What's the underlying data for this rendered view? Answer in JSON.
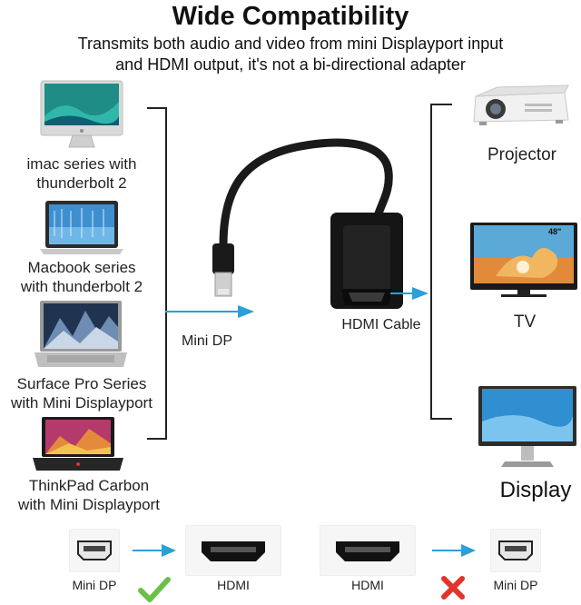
{
  "header": {
    "title": "Wide Compatibility",
    "subtitle_line1": "Transmits both audio and video from mini Displayport input",
    "subtitle_line2": "and HDMI output, it's not a bi-directional adapter"
  },
  "sources": [
    {
      "line1": "imac series with",
      "line2": "thunderbolt 2",
      "icon": "imac-icon"
    },
    {
      "line1": "Macbook series",
      "line2": "with thunderbolt 2",
      "icon": "macbook-icon"
    },
    {
      "line1": "Surface Pro Series",
      "line2": "with Mini Displayport",
      "icon": "surface-laptop-icon"
    },
    {
      "line1": "ThinkPad Carbon",
      "line2": "with Mini Displayport",
      "icon": "thinkpad-laptop-icon"
    }
  ],
  "adapter": {
    "input_label": "Mini DP",
    "output_label": "HDMI Cable"
  },
  "outputs": [
    {
      "label": "Projector",
      "icon": "projector-icon"
    },
    {
      "label": "TV",
      "icon": "tv-icon",
      "size_badge": "48\""
    },
    {
      "label": "Display",
      "icon": "monitor-icon"
    }
  ],
  "direction": {
    "supported": {
      "from": "Mini DP",
      "to": "HDMI",
      "mark": "check-icon"
    },
    "unsupported": {
      "from": "HDMI",
      "to": "Mini DP",
      "mark": "cross-icon"
    }
  },
  "colors": {
    "arrow": "#2a9fd8",
    "check": "#6cc04a",
    "cross": "#e0352b",
    "cable": "#1a1a1a"
  }
}
